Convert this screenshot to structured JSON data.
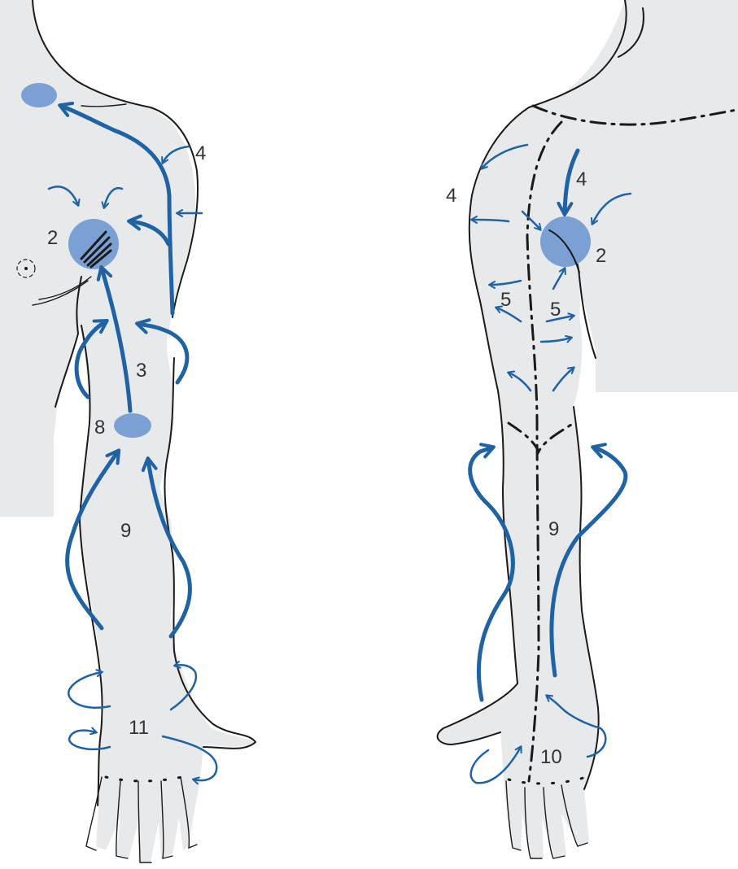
{
  "colors": {
    "flow": "#1f63a5",
    "node": "#7aa0d4",
    "skin": "#e8e9eb",
    "outline": "#1a1a1a",
    "label": "#333333"
  },
  "labels": {
    "left_axilla_node": "2",
    "left_shoulder": "4",
    "left_upper_arm": "3",
    "left_elbow_node": "8",
    "left_forearm": "9",
    "left_hand": "11",
    "right_shoulder_outer": "4",
    "right_shoulder_inner": "4",
    "right_axilla_node": "2",
    "right_upper_arm_outer": "5",
    "right_upper_arm_inner": "5",
    "right_forearm": "9",
    "right_hand": "10"
  }
}
